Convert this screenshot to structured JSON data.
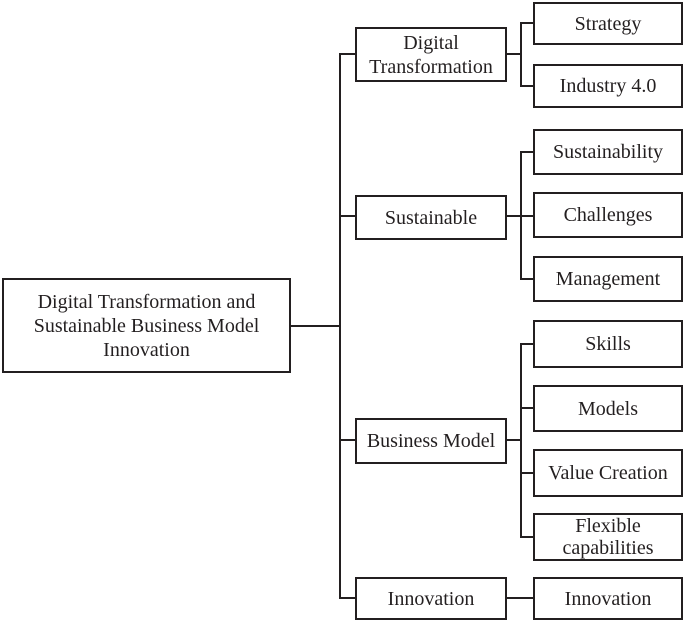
{
  "diagram": {
    "type": "tree",
    "orientation": "left-to-right",
    "colors": {
      "line": "#231f20",
      "box_border": "#231f20",
      "box_fill": "#ffffff",
      "text": "#231f20",
      "background": "#ffffff"
    },
    "tree": {
      "root": {
        "label": "Digital Transformation and Sustainable Business Model Innovation"
      },
      "branches": [
        {
          "label": "Digital Transformation",
          "children": [
            {
              "label": "Strategy"
            },
            {
              "label": "Industry 4.0"
            }
          ]
        },
        {
          "label": "Sustainable",
          "children": [
            {
              "label": "Sustainability"
            },
            {
              "label": "Challenges"
            },
            {
              "label": "Management"
            }
          ]
        },
        {
          "label": "Business Model",
          "children": [
            {
              "label": "Skills"
            },
            {
              "label": "Models"
            },
            {
              "label": "Value Creation"
            },
            {
              "label": "Flexible capabilities"
            }
          ]
        },
        {
          "label": "Innovation",
          "children": [
            {
              "label": "Innovation"
            }
          ]
        }
      ]
    }
  }
}
